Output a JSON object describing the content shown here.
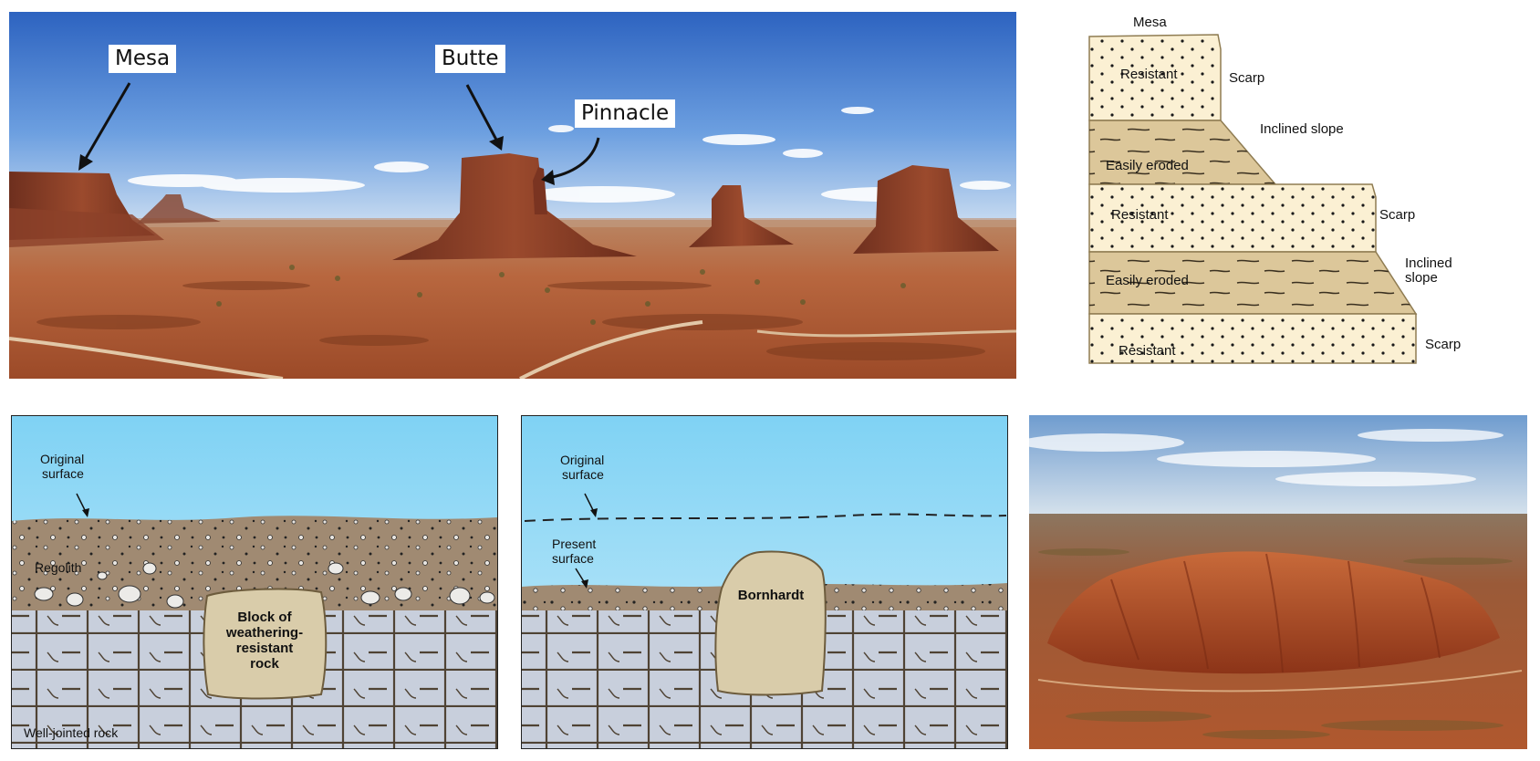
{
  "photo_monument_valley": {
    "labels": {
      "mesa": "Mesa",
      "butte": "Butte",
      "pinnacle": "Pinnacle"
    }
  },
  "profile_diagram": {
    "title": "Mesa",
    "layers": [
      {
        "rock": "Resistant",
        "form": "Scarp"
      },
      {
        "rock": "Easily eroded",
        "form": "Inclined slope"
      },
      {
        "rock": "Resistant",
        "form": "Scarp"
      },
      {
        "rock": "Easily eroded",
        "form_line1": "Inclined",
        "form_line2": "slope"
      },
      {
        "rock": "Resistant",
        "form": "Scarp"
      }
    ],
    "colors": {
      "resistant": "#fbf0d3",
      "eroded": "#dcc79a",
      "outline": "#8f7c52"
    }
  },
  "weathering_diagram": {
    "original_surface_line1": "Original",
    "original_surface_line2": "surface",
    "regolith": "Regolith",
    "block_line1": "Block of",
    "block_line2": "weathering-",
    "block_line3": "resistant",
    "block_line4": "rock",
    "bedrock": "Well-jointed rock",
    "colors": {
      "sky": "#8fd6f4",
      "regolith": "#a08a72",
      "bedrock": "#c8cfdc",
      "block": "#d9ccaa"
    }
  },
  "bornhardt_diagram": {
    "original_surface_line1": "Original",
    "original_surface_line2": "surface",
    "present_surface_line1": "Present",
    "present_surface_line2": "surface",
    "bornhardt": "Bornhardt"
  },
  "photo_uluru": {
    "colors": {
      "rock": "#b8502a",
      "plain": "#a55a32",
      "sky": "#8fb3d6"
    }
  }
}
